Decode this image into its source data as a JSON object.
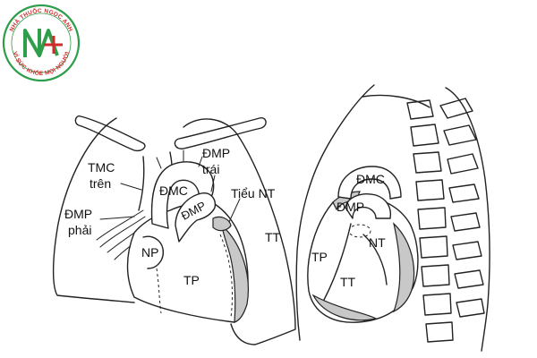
{
  "logo": {
    "top_text": "NHÀ THUỐC NGỌC ANH",
    "bottom_text": "VÌ SỨC KHỎE MỌI NGƯỜI",
    "mark_text": "NA",
    "colors": {
      "ring": "#2e9e4a",
      "mark": "#2e9e4a",
      "text": "#d22b2b"
    }
  },
  "frontal_view": {
    "labels": {
      "tmc": "TMC",
      "tmc_sub": "trên",
      "dmp_phai": "ĐMP",
      "dmp_phai_sub": "phải",
      "dmc": "ĐMC",
      "dmp_trai": "ĐMP",
      "dmp_trai_sub": "trái",
      "dmp": "ĐMP",
      "tieu_nt": "Tiểu NT",
      "tt": "TT",
      "np": "NP",
      "tp": "TP"
    }
  },
  "lateral_view": {
    "labels": {
      "dmc": "ĐMC",
      "dmp": "ĐMP",
      "nt": "NT",
      "tp": "TP",
      "tt": "TT"
    }
  }
}
